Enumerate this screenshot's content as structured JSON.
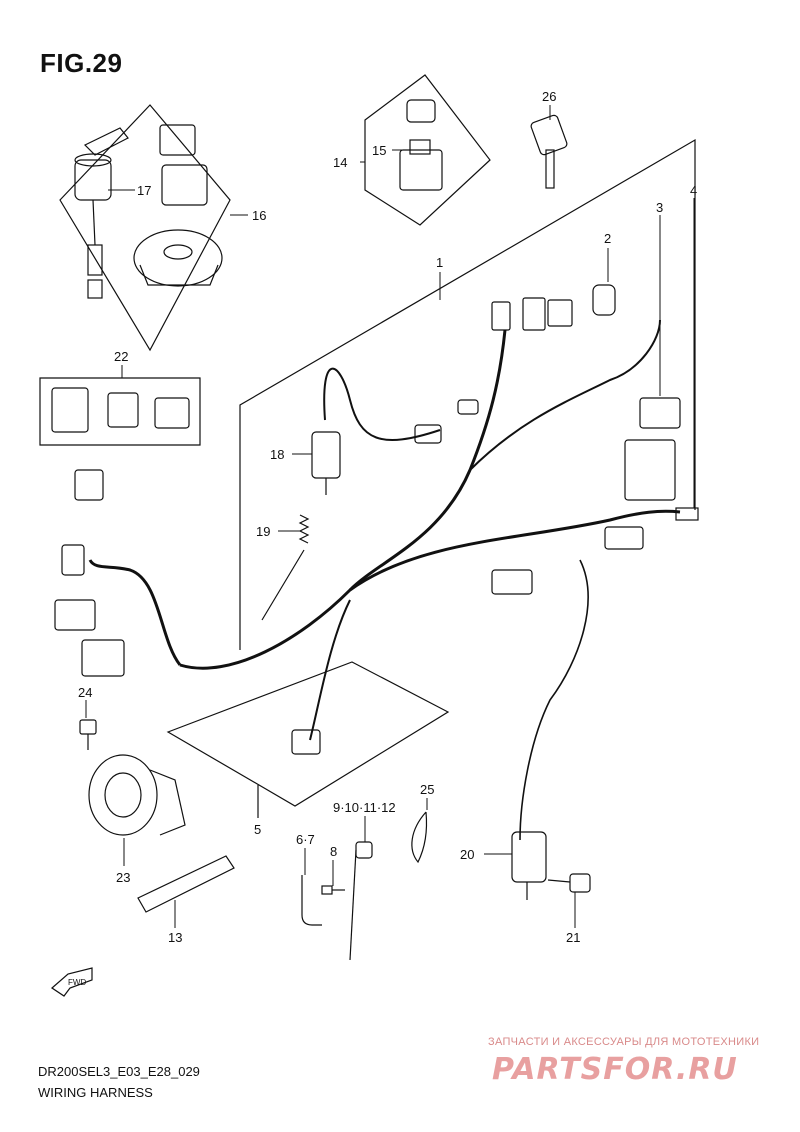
{
  "figure": {
    "title": "FIG.29",
    "code": "DR200SEL3_E03_E28_029",
    "caption": "WIRING HARNESS"
  },
  "callouts": {
    "c1": "1",
    "c2": "2",
    "c3": "3",
    "c4": "4",
    "c5": "5",
    "c67": "6·7",
    "c8": "8",
    "c9": "9·10·11·12",
    "c13": "13",
    "c14": "14",
    "c15": "15",
    "c16": "16",
    "c17": "17",
    "c18": "18",
    "c19": "19",
    "c20": "20",
    "c21": "21",
    "c22": "22",
    "c23": "23",
    "c24": "24",
    "c25": "25",
    "c26": "26"
  },
  "fwd_label": "FWD",
  "watermark": {
    "tagline": "ЗАПЧАСТИ И АКСЕССУАРЫ ДЛЯ МОТОТЕХНИКИ",
    "logo": "PARTSFOR.RU"
  },
  "colors": {
    "line": "#111111",
    "watermark": "#e8a0a0"
  }
}
